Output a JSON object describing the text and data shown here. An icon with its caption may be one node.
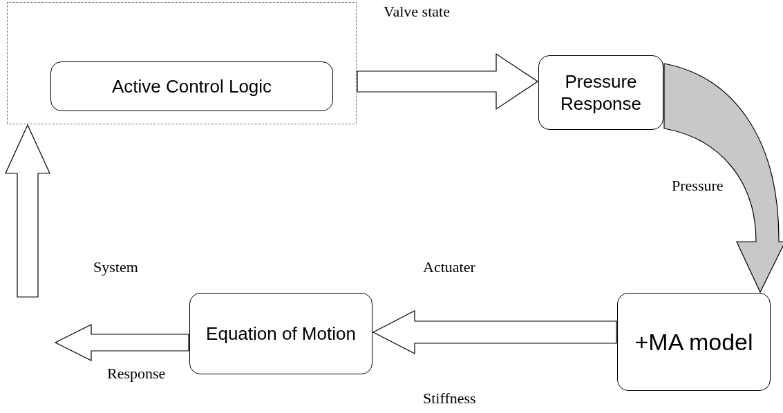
{
  "diagram": {
    "nodes": [
      {
        "text": [],
        "shape": "box"
      },
      {
        "text": [
          "Active Control Logic"
        ],
        "in": 0
      },
      {
        "text": [
          "Pressure Response"
        ]
      },
      {
        "text": [
          "+MA model"
        ]
      },
      {
        "text": [
          "Equation of Motion"
        ]
      }
    ],
    "edges": [
      {
        "from": 0,
        "to": 2,
        "arrow": "to",
        "label": "Valve state"
      },
      {
        "from": 2,
        "to": 3,
        "arrow": "to",
        "label": "Pressure"
      },
      {
        "from": 3,
        "to": 4,
        "arrow": "to",
        "label": "Actuater"
      },
      {
        "from": 4,
        "to": null,
        "arrow": "to",
        "label": "System"
      },
      {
        "from": null,
        "to": 0,
        "arrow": "to"
      }
    ],
    "labels": [
      "Stiffness",
      "Response"
    ]
  }
}
